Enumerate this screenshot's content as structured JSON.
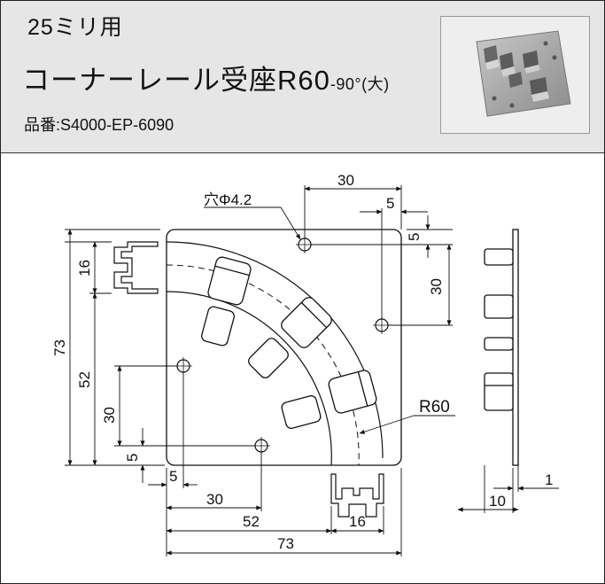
{
  "header": {
    "series": "25ミリ用",
    "title_main": "コーナーレール受座R60",
    "title_suffix": "-90°(大)",
    "part_label": "品番",
    "part_separator": ":",
    "part_number": "S4000-EP-6090"
  },
  "photo": {
    "icon": "product-photo-icon"
  },
  "drawing": {
    "hole_label": "穴Φ4.2",
    "radius_label": "R60",
    "dims": {
      "top_30": "30",
      "top_5": "5",
      "right_5": "5",
      "right_30": "30",
      "left_16": "16",
      "left_73": "73",
      "left_52": "52",
      "left_30": "30",
      "left_5": "5",
      "bottom_5": "5",
      "bottom_30": "30",
      "bottom_52": "52",
      "bottom_16": "16",
      "bottom_73": "73",
      "side_1": "1",
      "side_10": "10"
    }
  },
  "colors": {
    "header_bg": "#e6e6e6",
    "line": "#111111",
    "metal": "#9a9a9a"
  }
}
